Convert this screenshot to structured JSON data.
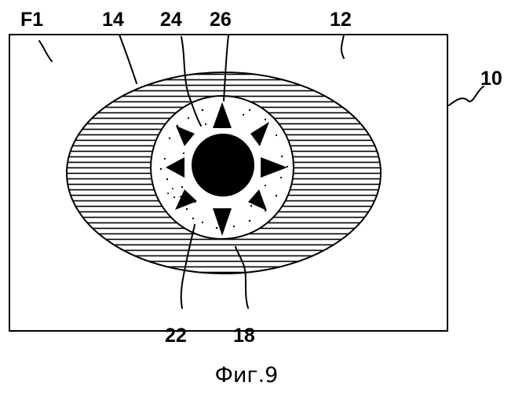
{
  "labels": {
    "f1": "F1",
    "l14": "14",
    "l24": "24",
    "l26": "26",
    "l12": "12",
    "l10": "10",
    "l22": "22",
    "l18": "18"
  },
  "caption": "Фиг.9",
  "colors": {
    "ink": "#000000",
    "paper": "#ffffff"
  }
}
